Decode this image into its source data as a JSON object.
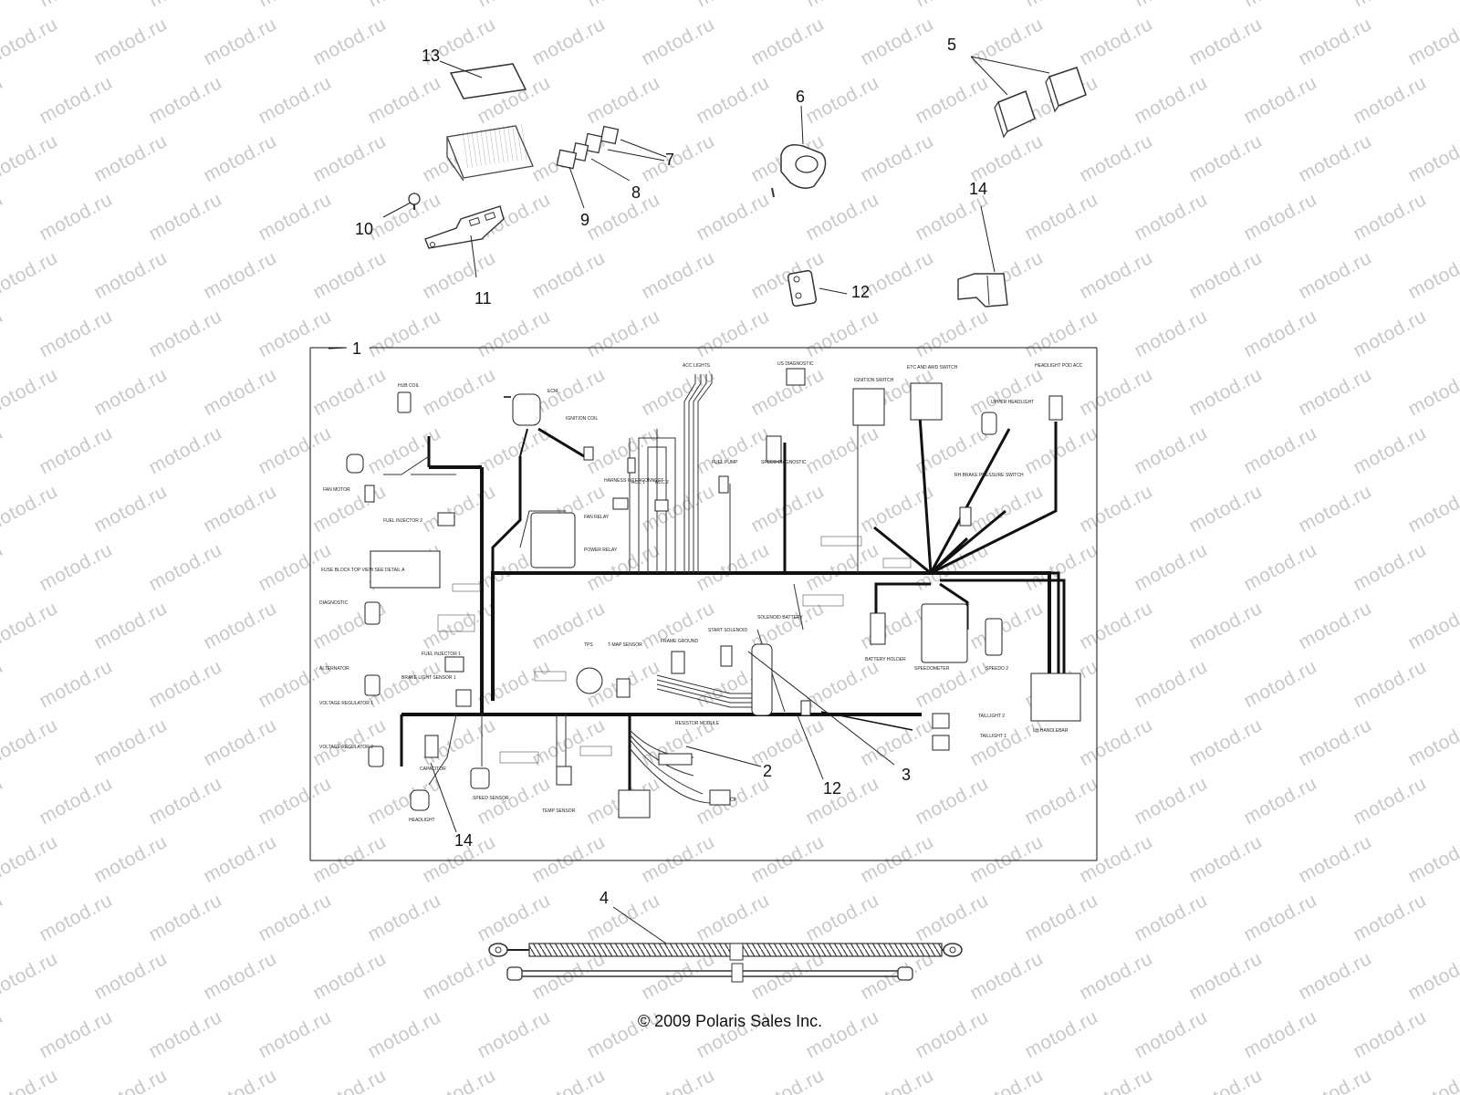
{
  "watermark": "motod.ru",
  "copyright": "© 2009 Polaris Sales Inc.",
  "callouts": [
    "1",
    "2",
    "3",
    "4",
    "5",
    "6",
    "7",
    "8",
    "9",
    "10",
    "11",
    "12",
    "12",
    "13",
    "14",
    "14"
  ],
  "harness_labels": {
    "hub_coil": "HUB COIL",
    "ecm": "ECM",
    "ignition_coil": "IGNITION COIL",
    "acc_lights": "ACC LIGHTS",
    "us_diagnostic": "US DIAGNOSTIC",
    "ignition_switch": "IGNITION SWITCH",
    "etc_awd_switch": "ETC AND AWD SWITCH",
    "headlight_pod_acc": "HEADLIGHT POD ACC",
    "upper_headlight": "UPPER HEADLIGHT",
    "fan_motor": "FAN MOTOR",
    "fuel_injector_2": "FUEL INJECTOR 2",
    "harness_interconnect": "HARNESS INTERCONNECT",
    "speed_diagnostic": "SPEED DIAGNOSTIC",
    "fuel_pump": "FUEL PUMP",
    "brake_pressure_switch": "RH BRAKE PRESSURE SWITCH",
    "fan_relay": "FAN RELAY",
    "power_relay": "POWER RELAY",
    "acc_1": "ACC 1",
    "acc_2": "ACC 2",
    "fuse_block": "FUSE BLOCK TOP VIEW SEE DETAIL A",
    "diagnostic": "DIAGNOSTIC",
    "battery_holder": "BATTERY HOLDER",
    "speedometer": "SPEEDOMETER",
    "speedo_2": "SPEEDO 2",
    "alternator": "ALTERNATOR",
    "fuel_injector_1": "FUEL INJECTOR 1",
    "tps": "TPS",
    "tmap_sensor": "T-MAP SENSOR",
    "frame_ground": "FRAME GROUND",
    "start_solenoid": "START SOLENOID",
    "solenoid_battery": "SOLENOID BATTERY",
    "brake_light_sensor": "BRAKE LIGHT SENSOR 1",
    "voltage_regulator_1": "VOLTAGE REGULATOR 1",
    "voltage_regulator_2": "VOLTAGE REGULATOR 2",
    "resistor_module": "RESISTOR MODULE",
    "capacitor": "CAPACITOR",
    "speed_sensor": "SPEED SENSOR",
    "temp_sensor": "TEMP SENSOR",
    "headlight": "HEADLIGHT",
    "cp": "CP",
    "taillight_2": "TAILLIGHT 2",
    "taillight_1": "TAILLIGHT 1",
    "lh_handlebar": "LH HANDLEBAR"
  }
}
